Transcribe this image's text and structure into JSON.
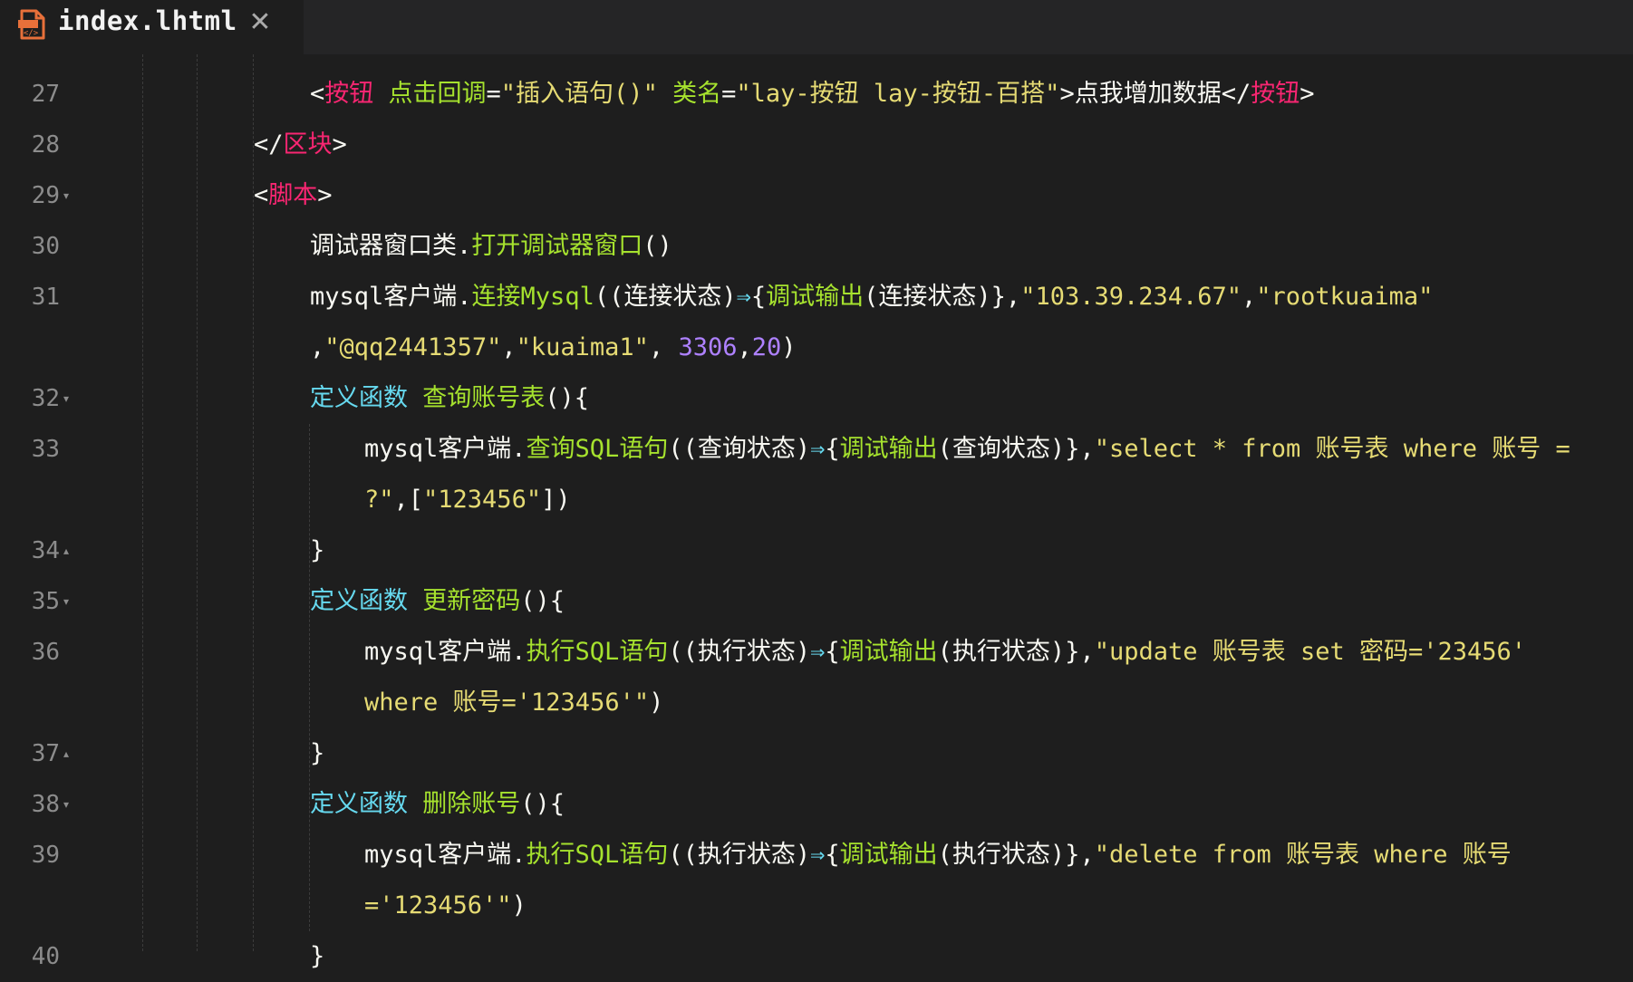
{
  "tab": {
    "title": "index.lhtml",
    "icon": "html-file-icon",
    "close_icon": "close-icon"
  },
  "colors": {
    "background": "#1e1e1e",
    "tag": "#f92672",
    "attribute": "#a6e22e",
    "string": "#e6db74",
    "number": "#ae81ff",
    "keyword": "#66d9ef",
    "line_number": "#8c8c8c"
  },
  "lines": [
    {
      "n": "27",
      "fold": "",
      "tokens": [
        [
          "p",
          "<"
        ],
        [
          "tag",
          "按钮"
        ],
        [
          "p",
          " "
        ],
        [
          "attr",
          "点击回调"
        ],
        [
          "p",
          "="
        ],
        [
          "str",
          "\"插入语句()\""
        ],
        [
          "p",
          " "
        ],
        [
          "attr",
          "类名"
        ],
        [
          "p",
          "="
        ],
        [
          "str",
          "\"lay-按钮 lay-按钮-百搭\""
        ],
        [
          "p",
          ">点我增加数据</"
        ],
        [
          "tag",
          "按钮"
        ],
        [
          "p",
          ">"
        ]
      ]
    },
    {
      "n": "28",
      "fold": "",
      "tokens": [
        [
          "p",
          "</"
        ],
        [
          "tag",
          "区块"
        ],
        [
          "p",
          ">"
        ]
      ]
    },
    {
      "n": "29",
      "fold": "▾",
      "tokens": [
        [
          "p",
          "<"
        ],
        [
          "tag",
          "脚本"
        ],
        [
          "p",
          ">"
        ]
      ]
    },
    {
      "n": "30",
      "fold": "",
      "tokens": [
        [
          "var",
          "调试器窗口类"
        ],
        [
          "p",
          "."
        ],
        [
          "fn",
          "打开调试器窗口"
        ],
        [
          "p",
          "()"
        ]
      ]
    },
    {
      "n": "31",
      "fold": "",
      "tokens": [
        [
          "var",
          "mysql客户端"
        ],
        [
          "p",
          "."
        ],
        [
          "fn",
          "连接Mysql"
        ],
        [
          "p",
          "(("
        ],
        [
          "var",
          "连接状态"
        ],
        [
          "p",
          ")"
        ],
        [
          "arrow",
          "⇒"
        ],
        [
          "p",
          "{"
        ],
        [
          "fn",
          "调试输出"
        ],
        [
          "p",
          "("
        ],
        [
          "var",
          "连接状态"
        ],
        [
          "p",
          ")},"
        ],
        [
          "str",
          "\"103.39.234.67\""
        ],
        [
          "p",
          ","
        ],
        [
          "str",
          "\"rootkuaima\""
        ]
      ]
    },
    {
      "n": "",
      "fold": "",
      "tokens": [
        [
          "p",
          ","
        ],
        [
          "str",
          "\"@qq2441357\""
        ],
        [
          "p",
          ","
        ],
        [
          "str",
          "\"kuaima1\""
        ],
        [
          "p",
          ", "
        ],
        [
          "num",
          "3306"
        ],
        [
          "p",
          ","
        ],
        [
          "num",
          "20"
        ],
        [
          "p",
          ")"
        ]
      ]
    },
    {
      "n": "32",
      "fold": "▾",
      "tokens": [
        [
          "kw",
          "定义函数"
        ],
        [
          "p",
          " "
        ],
        [
          "fn",
          "查询账号表"
        ],
        [
          "p",
          "(){"
        ]
      ]
    },
    {
      "n": "33",
      "fold": "",
      "tokens": [
        [
          "var",
          "mysql客户端"
        ],
        [
          "p",
          "."
        ],
        [
          "fn",
          "查询SQL语句"
        ],
        [
          "p",
          "(("
        ],
        [
          "var",
          "查询状态"
        ],
        [
          "p",
          ")"
        ],
        [
          "arrow",
          "⇒"
        ],
        [
          "p",
          "{"
        ],
        [
          "fn",
          "调试输出"
        ],
        [
          "p",
          "("
        ],
        [
          "var",
          "查询状态"
        ],
        [
          "p",
          ")},"
        ],
        [
          "str",
          "\"select * from 账号表 where 账号 ="
        ]
      ]
    },
    {
      "n": "",
      "fold": "",
      "tokens": [
        [
          "str",
          "?\""
        ],
        [
          "p",
          ",["
        ],
        [
          "str",
          "\"123456\""
        ],
        [
          "p",
          "])"
        ]
      ]
    },
    {
      "n": "34",
      "fold": "▴",
      "tokens": [
        [
          "p",
          "}"
        ]
      ]
    },
    {
      "n": "35",
      "fold": "▾",
      "tokens": [
        [
          "kw",
          "定义函数"
        ],
        [
          "p",
          " "
        ],
        [
          "fn",
          "更新密码"
        ],
        [
          "p",
          "(){"
        ]
      ]
    },
    {
      "n": "36",
      "fold": "",
      "tokens": [
        [
          "var",
          "mysql客户端"
        ],
        [
          "p",
          "."
        ],
        [
          "fn",
          "执行SQL语句"
        ],
        [
          "p",
          "(("
        ],
        [
          "var",
          "执行状态"
        ],
        [
          "p",
          ")"
        ],
        [
          "arrow",
          "⇒"
        ],
        [
          "p",
          "{"
        ],
        [
          "fn",
          "调试输出"
        ],
        [
          "p",
          "("
        ],
        [
          "var",
          "执行状态"
        ],
        [
          "p",
          ")},"
        ],
        [
          "str",
          "\"update 账号表 set 密码='23456'"
        ]
      ]
    },
    {
      "n": "",
      "fold": "",
      "tokens": [
        [
          "str",
          "where 账号='123456'\""
        ],
        [
          "p",
          ")"
        ]
      ]
    },
    {
      "n": "37",
      "fold": "▴",
      "tokens": [
        [
          "p",
          "}"
        ]
      ]
    },
    {
      "n": "38",
      "fold": "▾",
      "tokens": [
        [
          "kw",
          "定义函数"
        ],
        [
          "p",
          " "
        ],
        [
          "fn",
          "删除账号"
        ],
        [
          "p",
          "(){"
        ]
      ]
    },
    {
      "n": "39",
      "fold": "",
      "tokens": [
        [
          "var",
          "mysql客户端"
        ],
        [
          "p",
          "."
        ],
        [
          "fn",
          "执行SQL语句"
        ],
        [
          "p",
          "(("
        ],
        [
          "var",
          "执行状态"
        ],
        [
          "p",
          ")"
        ],
        [
          "arrow",
          "⇒"
        ],
        [
          "p",
          "{"
        ],
        [
          "fn",
          "调试输出"
        ],
        [
          "p",
          "("
        ],
        [
          "var",
          "执行状态"
        ],
        [
          "p",
          ")},"
        ],
        [
          "str",
          "\"delete from 账号表 where 账号"
        ]
      ]
    },
    {
      "n": "",
      "fold": "",
      "tokens": [
        [
          "str",
          "='123456'\""
        ],
        [
          "p",
          ")"
        ]
      ]
    },
    {
      "n": "40",
      "fold": "",
      "tokens": [
        [
          "p",
          "}"
        ]
      ]
    }
  ]
}
